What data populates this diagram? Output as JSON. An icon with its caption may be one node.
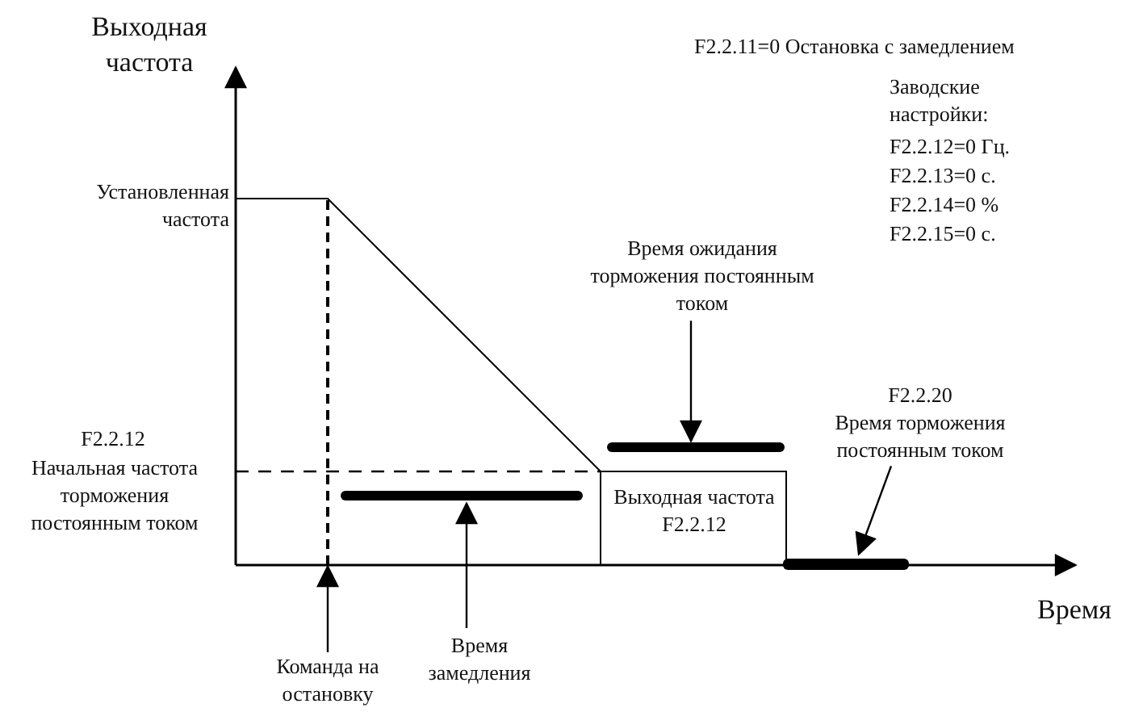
{
  "diagram": {
    "nodes": [
      {
        "text": [
          "Время ожидания торможения постоянным током"
        ]
      },
      {
        "text": [],
        "shape": "bar"
      },
      {
        "text": [
          "F2.2.20",
          "Время торможения постоянным током"
        ]
      },
      {
        "text": [],
        "shape": "bar"
      },
      {
        "text": [
          "Время замедления"
        ]
      },
      {
        "text": [],
        "shape": "bar"
      },
      {
        "text": [
          "Команда на остановку"
        ]
      },
      {
        "text": [],
        "shape": "line"
      }
    ],
    "edges": [
      {
        "from": 0,
        "to": 1,
        "arrow": "to"
      },
      {
        "from": 2,
        "to": 3,
        "arrow": "to"
      },
      {
        "from": 4,
        "to": 5,
        "arrow": "to"
      },
      {
        "from": 6,
        "to": 7,
        "arrow": "to"
      }
    ],
    "labels": [
      "Выходная частота",
      "F2.2.11=0 Остановка с замедлением",
      "Заводские настройки:",
      "F2.2.12=0 Гц.",
      "F2.2.13=0 с.",
      "F2.2.14=0 %",
      "F2.2.15=0 с.",
      "Установленная частота",
      "F2.2.12",
      "Начальная частота торможения постоянным током",
      "Выходная частота F2.2.12",
      "Время"
    ]
  }
}
